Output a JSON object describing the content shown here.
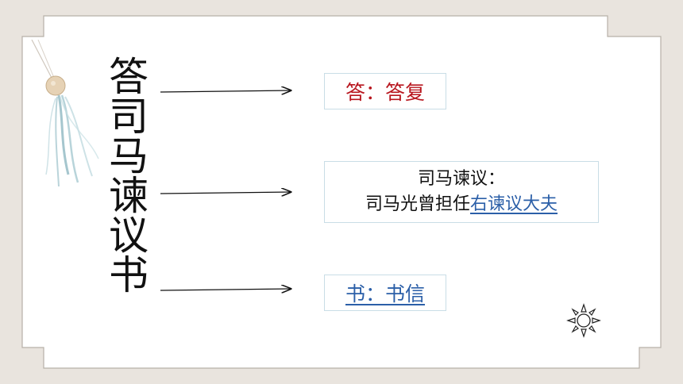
{
  "title_chars": [
    "答",
    "司",
    "马",
    "谏",
    "议",
    "书"
  ],
  "entries": [
    {
      "text": "答：答复"
    },
    {
      "line1": "司马谏议：",
      "line2_prefix": "司马光曾担任",
      "line2_link": "右谏议大夫"
    },
    {
      "text": "书：书信"
    }
  ],
  "colors": {
    "background": "#e9e4de",
    "panel": "#ffffff",
    "frame_line": "#b7b0a8",
    "answer_red": "#b8161e",
    "link_blue": "#2b5fa8"
  },
  "icons": [
    "tassel-decoration",
    "sun-icon"
  ]
}
